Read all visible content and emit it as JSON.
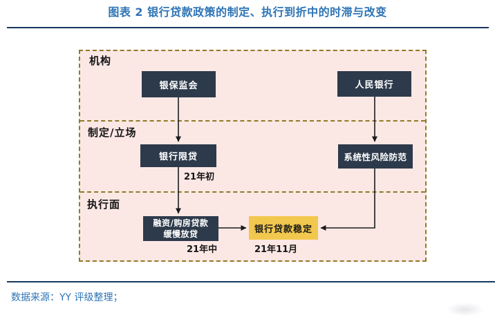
{
  "figure": {
    "title": "图表 2 银行贷款政策的制定、执行到折中的时滞与改变",
    "source_note": "数据来源：YY 评级整理；"
  },
  "diagram": {
    "sections": [
      {
        "label": "机构"
      },
      {
        "label": "制定/立场"
      },
      {
        "label": "执行面"
      }
    ],
    "nodes": {
      "cbirc": {
        "label": "银保监会"
      },
      "pboc": {
        "label": "人民银行"
      },
      "bank_loan_restriction": {
        "label": "银行限贷",
        "time": "21年初"
      },
      "systemic_risk_prevention": {
        "label": "系统性风险防范"
      },
      "slow_lending": {
        "line1": "融资/购房贷款",
        "line2": "缓慢放贷",
        "time": "21年中"
      },
      "bank_loans_stable": {
        "label": "银行贷款稳定",
        "time": "21年11月"
      }
    }
  },
  "colors": {
    "title_blue": "#2E74B5",
    "source_blue": "#2E75B6",
    "rule_navy": "#17365D",
    "panel_pink": "#FBE8E5",
    "panel_border_gold": "#8E7A25",
    "node_dark": "#2D3A4B",
    "node_dark_text": "#FFFFFF",
    "highlight_gold": "#F2C74E",
    "highlight_text": "#1A1A1A",
    "arrow_black": "#1A1A1A"
  }
}
